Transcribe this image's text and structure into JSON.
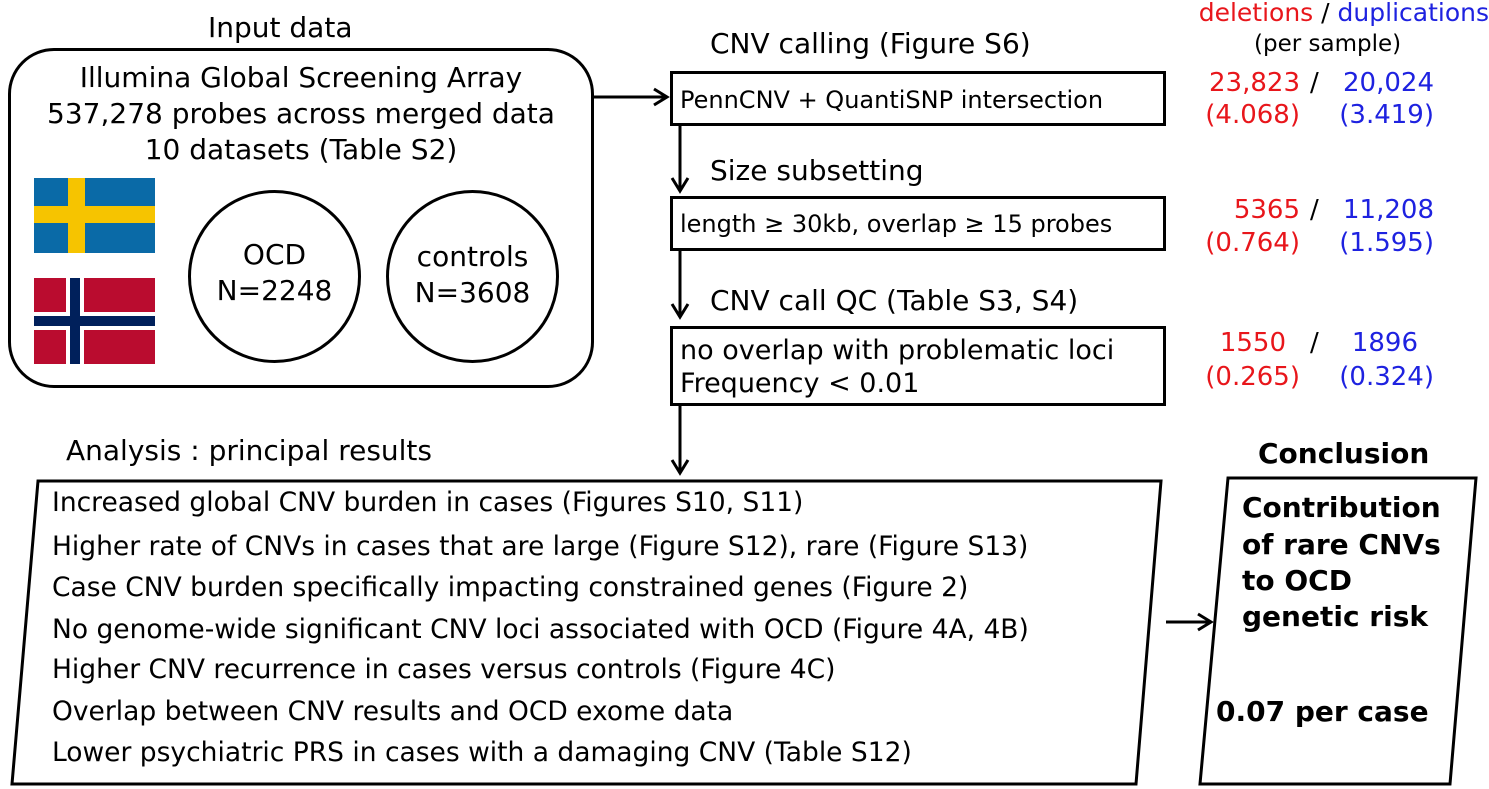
{
  "input": {
    "heading": "Input data",
    "line1": "Illumina Global Screening Array",
    "line2": "537,278 probes across merged data",
    "line3": "10 datasets (Table S2)",
    "ocd_label": "OCD",
    "ocd_n": "N=2248",
    "controls_label": "controls",
    "controls_n": "N=3608"
  },
  "legend": {
    "deletions": "deletions",
    "slash": "/",
    "duplications": "duplications",
    "per_sample": "(per sample)"
  },
  "steps": [
    {
      "heading": "CNV calling (Figure S6)",
      "box_lines": [
        "PennCNV + QuantiSNP intersection"
      ],
      "del": "23,823",
      "dup": "20,024",
      "del_rate": "(4.068)",
      "dup_rate": "(3.419)"
    },
    {
      "heading": "Size subsetting",
      "box_lines": [
        "length ≥ 30kb, overlap ≥ 15 probes"
      ],
      "del": "5365",
      "dup": "11,208",
      "del_rate": "(0.764)",
      "dup_rate": "(1.595)"
    },
    {
      "heading": "CNV call QC (Table S3, S4)",
      "box_lines": [
        "no overlap with problematic loci",
        "Frequency < 0.01"
      ],
      "del": "1550",
      "dup": "1896",
      "del_rate": "(0.265)",
      "dup_rate": "(0.324)"
    }
  ],
  "analysis": {
    "heading": "Analysis : principal results",
    "items": [
      "Increased global CNV burden in cases (Figures S10, S11)",
      "Higher rate of CNVs in cases that are large (Figure S12), rare (Figure S13)",
      "Case CNV burden specifically impacting constrained genes (Figure 2)",
      "No genome-wide significant CNV loci associated with OCD (Figure 4A, 4B)",
      "Higher CNV recurrence in cases versus controls (Figure 4C)",
      "Overlap between CNV results and OCD exome data",
      "Lower psychiatric PRS in cases with a damaging CNV (Table S12)"
    ]
  },
  "conclusion": {
    "heading": "Conclusion",
    "lines": [
      "Contribution",
      "of rare CNVs",
      "to OCD",
      "genetic risk"
    ],
    "rate": "0.07 per case"
  },
  "colors": {
    "deletions": "#e8161b",
    "duplications": "#1e22e0"
  },
  "icons": [
    "sweden-flag-icon",
    "norway-flag-icon"
  ]
}
